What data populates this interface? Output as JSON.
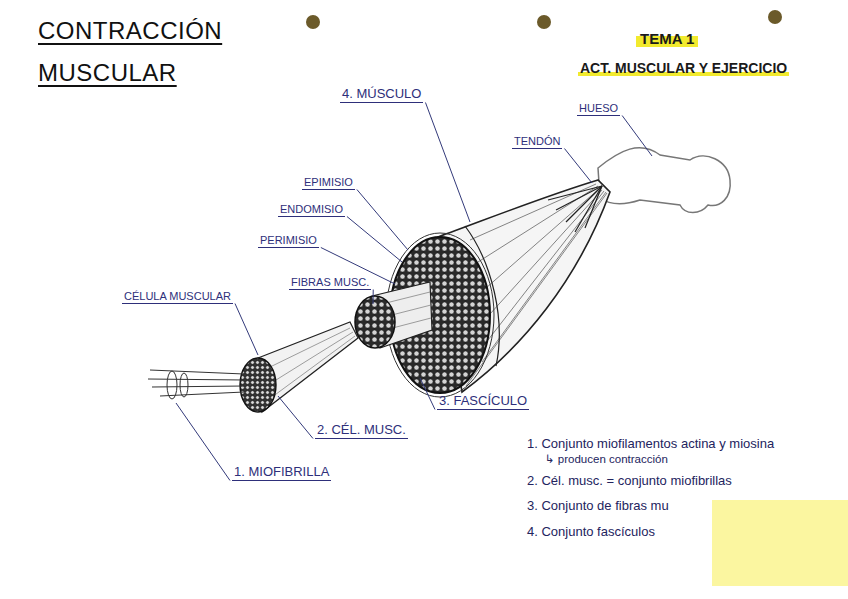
{
  "diagram": {
    "title": "CONTRACCIÓN MUSCULAR",
    "labels": [
      "TEMA 1",
      "ACT. MUSCULAR Y EJERCICIO",
      "4. MÚSCULO",
      "HUESO",
      "TENDÓN",
      "EPIMISIO",
      "ENDOMISIO",
      "PERIMISIO",
      "FIBRAS MUSC.",
      "CÉLULA MUSCULAR",
      "3. FASCÍCULO",
      "2. CÉL. MUSC.",
      "1. MIOFIBRILLA",
      "1. Conjunto miofilamentos actina y miosina",
      "↳ producen contracción",
      "2. Cél. musc. = conjunto miofibrillas",
      "3. Conjunto de fibras mu",
      "4. Conjunto fascículos"
    ]
  }
}
